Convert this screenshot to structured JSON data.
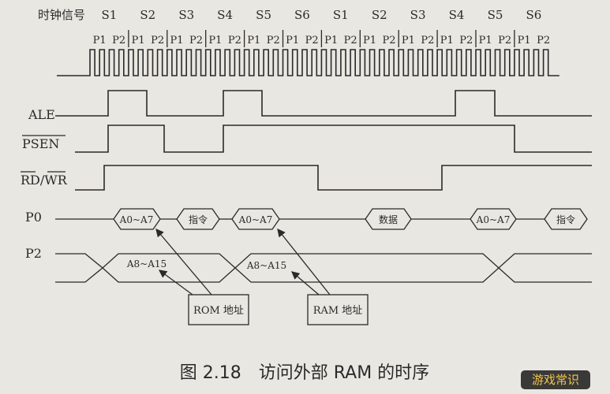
{
  "header": {
    "clock_label": "时钟信号",
    "states": [
      "S1",
      "S2",
      "S3",
      "S4",
      "S5",
      "S6",
      "S1",
      "S2",
      "S3",
      "S4",
      "S5",
      "S6"
    ],
    "phases": [
      "P1",
      "P2"
    ]
  },
  "signals": {
    "ale": "ALE",
    "psen": "PSEN",
    "rdwr": "RD/WR",
    "p0": "P0",
    "p2": "P2"
  },
  "p0_labels": {
    "a0a7": "A0~A7",
    "instr": "指令",
    "data": "数据"
  },
  "p2_labels": {
    "a8a15": "A8~A15"
  },
  "callouts": {
    "rom": "ROM 地址",
    "ram": "RAM 地址"
  },
  "caption": "图 2.18　访问外部 RAM 的时序",
  "watermark": "游戏常识"
}
